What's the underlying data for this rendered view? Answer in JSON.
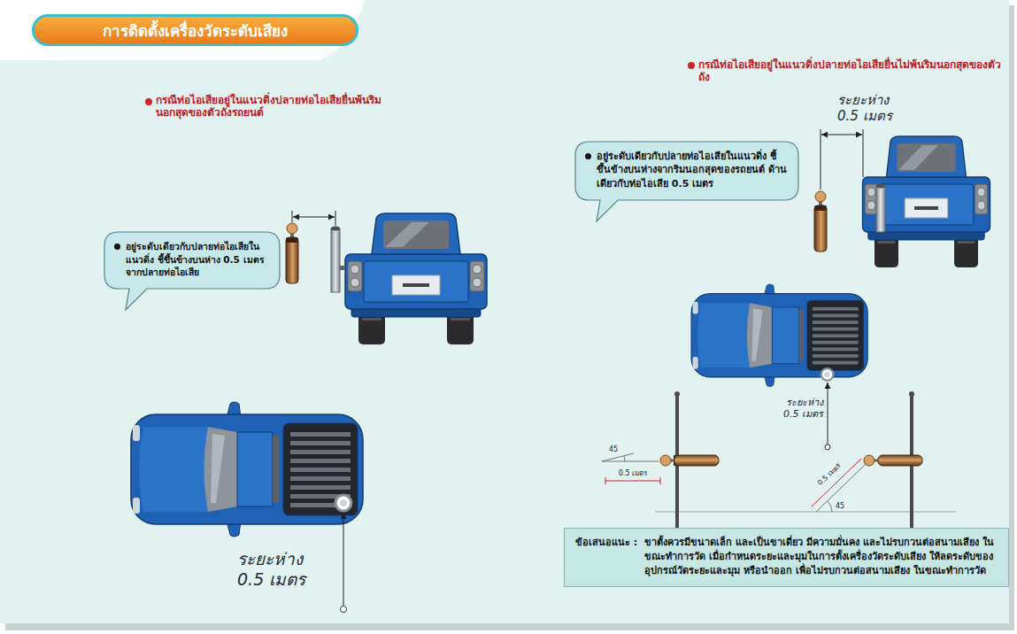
{
  "diagram": {
    "title": "การติดตั้งเครื่องวัดระดับเสียง",
    "nodes": [
      {
        "text": [
          "อยู่ระดับเดียวกับปลายท่อไอเสียในแนวดิ่ง ชี้ขึ้นข้างบนห่าง 0.5 เมตร จากปลายท่อไอเสีย"
        ]
      },
      {
        "text": [
          "อยู่ระดับเดียวกับปลายท่อไอเสียในแนวดิ่ง ชี้ขึ้นข้างบนห่างจากริมนอกสุดของรถยนต์ ด้านเดียวกับท่อไอเสีย 0.5 เมตร"
        ]
      },
      {
        "text": [
          "ข้อเสนอแนะ :",
          "ขาตั้งควรมีขนาดเล็ก และเป็นขาเดี่ยว มีความมั่นคง และไม่รบกวนต่อสนามเสียง ในขณะทำการวัด เมื่อกำหนดระยะและมุมในการตั้งเครื่องวัดระดับเสียง ให้ลดระดับของอุปกรณ์วัดระยะและมุม หรือนำออก เพื่อไม่รบกวนต่อสนามเสียง ในขณะทำการวัด"
        ]
      }
    ],
    "labels": [
      "กรณีท่อไอเสียอยู่ในแนวดิ่งปลายท่อไอเสียยื่นพ้นริมนอกสุดของตัวถังรถยนต์",
      "กรณีท่อไอเสียอยู่ในแนวดิ่งปลายท่อไอเสียยื่นไม่พ้นริมนอกสุดของตัวถัง",
      "ระยะห่าง 0.5 เมตร",
      "ระยะห่าง 0.5 เมตร",
      "ระยะห่าง 0.5 เมตร",
      "45",
      "0.5 เมตร",
      "45",
      "0.5 เมตร"
    ]
  }
}
